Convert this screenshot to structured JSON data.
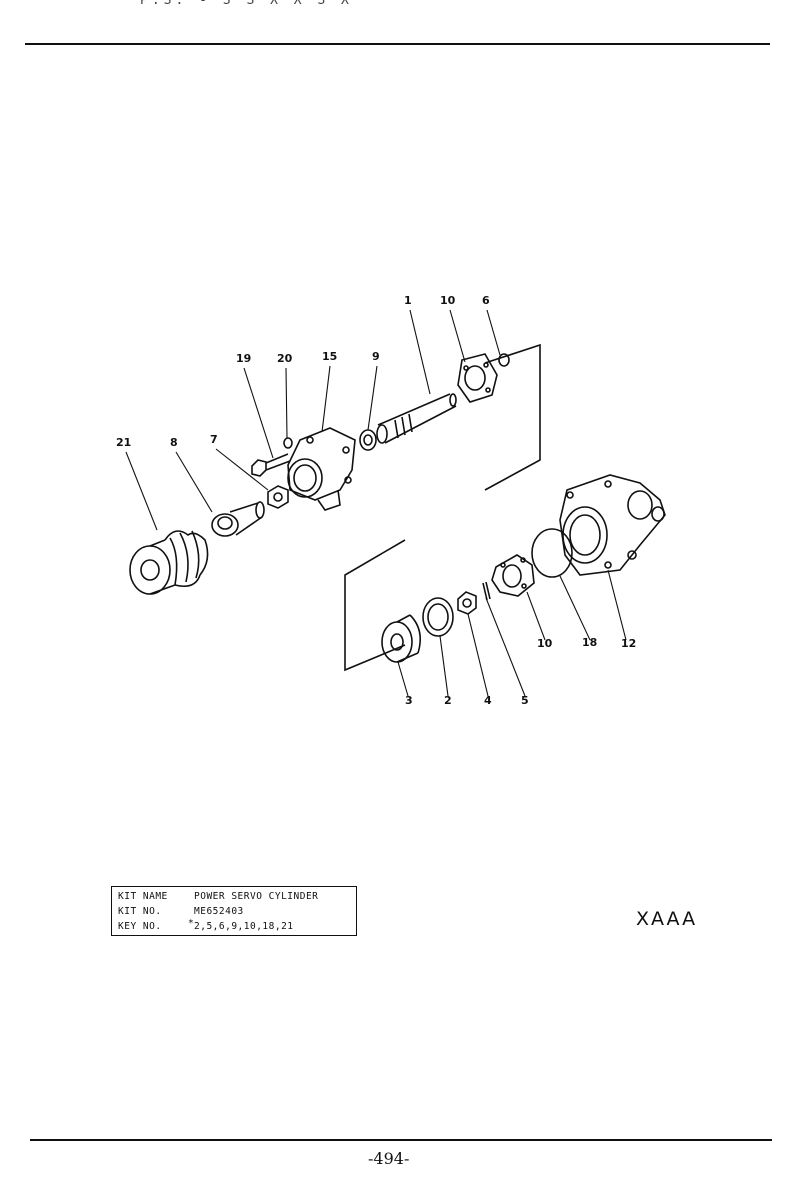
{
  "header": {
    "cut_text": "P.S. - S S X X S X"
  },
  "diagram": {
    "callouts": [
      "1",
      "10",
      "6",
      "19",
      "20",
      "15",
      "9",
      "21",
      "8",
      "7",
      "3",
      "2",
      "4",
      "5",
      "10",
      "18",
      "12"
    ]
  },
  "kit": {
    "name_label": "KIT NAME",
    "name_value": "POWER SERVO CYLINDER",
    "no_label": "KIT NO.",
    "no_value": "ME652403",
    "key_label": "KEY NO.",
    "key_marker": "*",
    "key_value": "2,5,6,9,10,18,21"
  },
  "code": "XAAA",
  "page_number": "-494-"
}
